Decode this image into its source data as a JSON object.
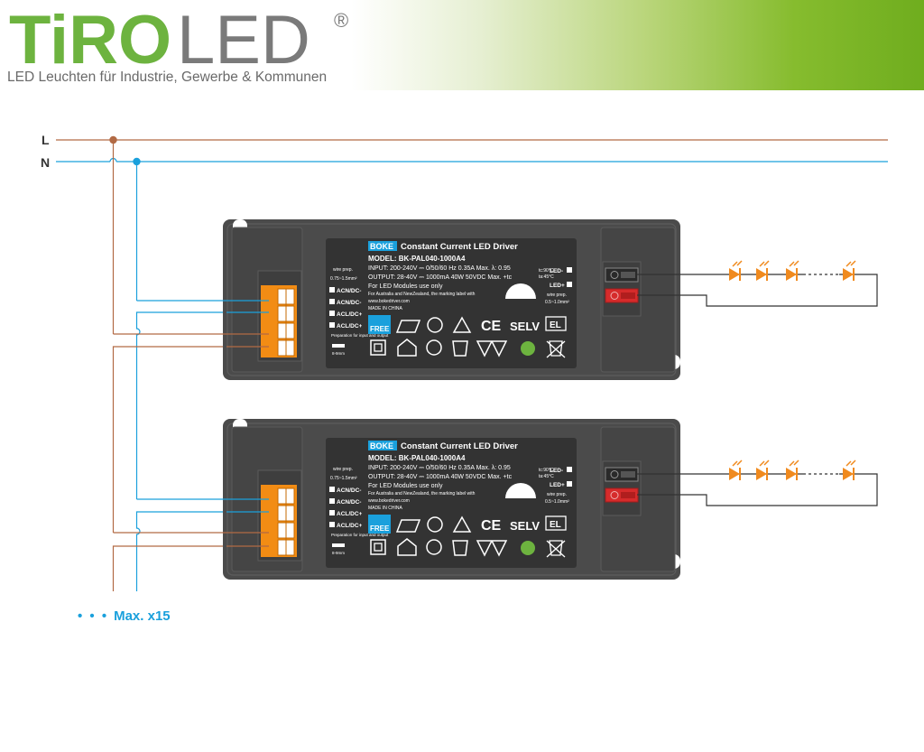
{
  "brand": {
    "logo_ti": "TiRO",
    "logo_led": "LED",
    "registered": "®",
    "tagline": "LED Leuchten für Industrie, Gewerbe & Kommunen"
  },
  "lines": {
    "L": "L",
    "N": "N"
  },
  "driver": {
    "brand": "BOKE",
    "title": "Constant Current LED Driver",
    "model": "MODEL: BK-PAL040-1000A4",
    "input": "INPUT: 200-240V ⎓ 0/50/60 Hz 0.35A Max. λ: 0.95",
    "output": "OUTPUT: 28-40V ⎓ 1000mA 40W 50VDC Max. +tc",
    "note1": "For LED Modules use only",
    "note2": "For Australia and NewZealand, the marking label with",
    "website": "www.bokedriver.com",
    "made_in": "MADE IN CHINA",
    "wire_prep_left": "wire prep.",
    "wire_spec_left": "0.75~1.5mm²",
    "terminal_labels": [
      "ACN/DC-",
      "ACN/DC-",
      "ACL/DC+",
      "ACL/DC+"
    ],
    "prep_note": "Preparation for input and output",
    "strip_len": "8-9mm",
    "tc": "tc:90°C",
    "ta": "ta:45°C",
    "led_minus": "LED-",
    "led_plus": "LED+",
    "wire_prep_right": "wire prep.",
    "wire_spec_right": "0.5~1.0mm²",
    "flicker_free": "FREE",
    "ce": "CE",
    "selv": "SELV",
    "el": "EL"
  },
  "footer_note": {
    "dots": "• • •",
    "text": "Max. x15"
  },
  "colors": {
    "L_wire": "#b26a44",
    "N_wire": "#1aa0dc",
    "driver_body": "#4b4b4b",
    "label_bg": "#333333",
    "terminal": "#f28c14",
    "led": "#f08a1e",
    "brand_green": "#6db33f",
    "logo_gray": "#7a7a7a"
  }
}
